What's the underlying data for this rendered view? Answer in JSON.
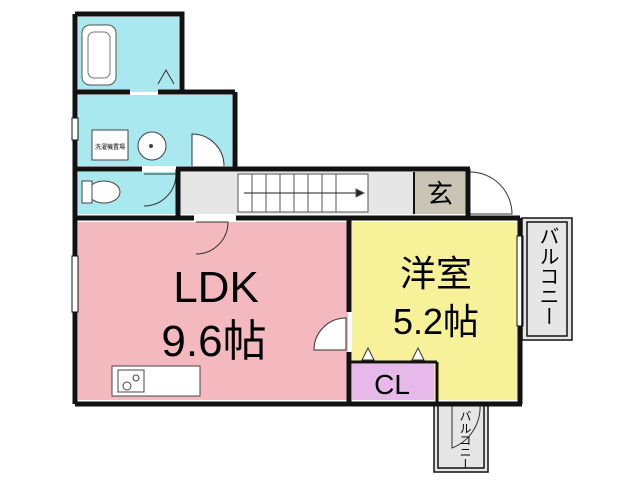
{
  "rooms": {
    "ldk": {
      "name": "LDK",
      "size": "9.6帖",
      "color": "#f4b8bf"
    },
    "western": {
      "name": "洋室",
      "size": "5.2帖",
      "color": "#f7f29a"
    },
    "closet": {
      "name": "CL",
      "color": "#e7b8ea"
    },
    "entrance": {
      "name": "玄"
    },
    "wet_area_color": "#a9e8ef",
    "washroom": {
      "name": "洗濯機置場"
    }
  },
  "balcony_right": {
    "label": "バルコニー"
  },
  "balcony_bottom": {
    "label": "バルコニー"
  },
  "colors": {
    "wall": "#111111",
    "hall": "#e6e6e6",
    "balcony": "#e6e6e6",
    "entrance_tile": "#c9c4b5"
  }
}
